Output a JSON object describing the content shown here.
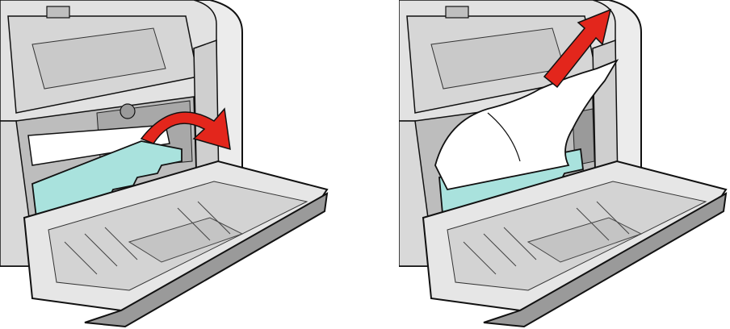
{
  "figure": {
    "panels": [
      {
        "id": "left",
        "action": "fold-guide-arrow"
      },
      {
        "id": "right",
        "action": "pull-paper-arrow"
      }
    ],
    "colors": {
      "guide": "#a9e2dd",
      "arrow": "#e3261c",
      "paper": "#ffffff",
      "printer_light": "#ececec",
      "printer_mid": "#cfcfcf",
      "printer_dark": "#8e8e8e",
      "outline": "#111111"
    },
    "icons": [
      "curved-arrow-icon",
      "up-arrow-icon"
    ]
  }
}
